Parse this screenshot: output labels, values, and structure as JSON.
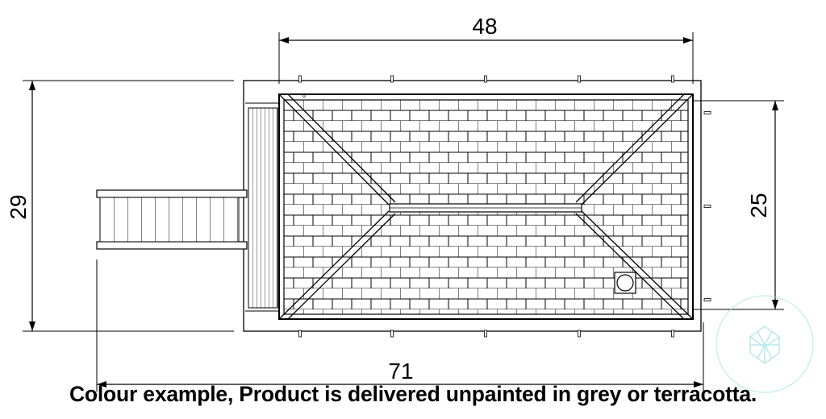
{
  "dimensions": {
    "top_width": "48",
    "overall_length": "71",
    "left_depth": "29",
    "right_depth": "25"
  },
  "caption": "Colour example, Product is delivered unpainted in grey or terracotta.",
  "colors": {
    "line": "#000000",
    "watermark": "#9fe3e3"
  }
}
